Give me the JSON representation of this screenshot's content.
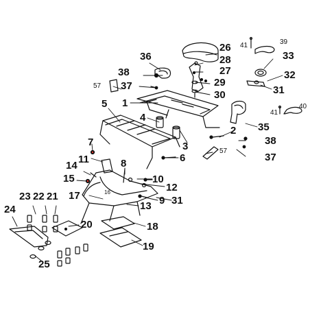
{
  "diagram": {
    "colors": {
      "ink": "#111111",
      "paper": "#ffffff",
      "accent": "#e8372c"
    },
    "callouts": [
      {
        "id": "p1",
        "text": "1"
      },
      {
        "id": "p2",
        "text": "2"
      },
      {
        "id": "p3",
        "text": "3"
      },
      {
        "id": "p4",
        "text": "4"
      },
      {
        "id": "p5",
        "text": "5"
      },
      {
        "id": "p6",
        "text": "6"
      },
      {
        "id": "p7",
        "text": "7"
      },
      {
        "id": "p8",
        "text": "8"
      },
      {
        "id": "p9",
        "text": "9"
      },
      {
        "id": "p10",
        "text": "10"
      },
      {
        "id": "p11",
        "text": "11"
      },
      {
        "id": "p12",
        "text": "12"
      },
      {
        "id": "p13",
        "text": "13"
      },
      {
        "id": "p14",
        "text": "14"
      },
      {
        "id": "p15",
        "text": "15"
      },
      {
        "id": "p16",
        "text": "16"
      },
      {
        "id": "p17",
        "text": "17"
      },
      {
        "id": "p18",
        "text": "18"
      },
      {
        "id": "p19",
        "text": "19"
      },
      {
        "id": "p20",
        "text": "20"
      },
      {
        "id": "p21",
        "text": "21"
      },
      {
        "id": "p22",
        "text": "22"
      },
      {
        "id": "p23",
        "text": "23"
      },
      {
        "id": "p24",
        "text": "24"
      },
      {
        "id": "p25",
        "text": "25"
      },
      {
        "id": "p26",
        "text": "26"
      },
      {
        "id": "p27",
        "text": "27"
      },
      {
        "id": "p28",
        "text": "28"
      },
      {
        "id": "p29",
        "text": "29"
      },
      {
        "id": "p30",
        "text": "30"
      },
      {
        "id": "p31a",
        "text": "31"
      },
      {
        "id": "p31b",
        "text": "31"
      },
      {
        "id": "p32",
        "text": "32"
      },
      {
        "id": "p33",
        "text": "33"
      },
      {
        "id": "p35",
        "text": "35"
      },
      {
        "id": "p36",
        "text": "36"
      },
      {
        "id": "p37a",
        "text": "37"
      },
      {
        "id": "p37b",
        "text": "37"
      },
      {
        "id": "p38a",
        "text": "38"
      },
      {
        "id": "p38b",
        "text": "38"
      },
      {
        "id": "p39",
        "text": "39"
      },
      {
        "id": "p40",
        "text": "40"
      },
      {
        "id": "p41a",
        "text": "41"
      },
      {
        "id": "p41b",
        "text": "41"
      },
      {
        "id": "p57a",
        "text": "57"
      },
      {
        "id": "p57b",
        "text": "57"
      }
    ]
  }
}
